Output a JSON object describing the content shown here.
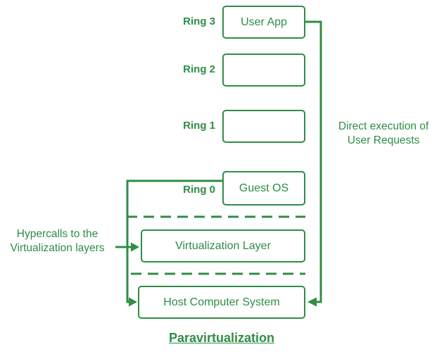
{
  "title": "Paravirtualization",
  "colors": {
    "green": "#2F8D46",
    "background": "#FFFFFF"
  },
  "rings": [
    {
      "label": "Ring 3",
      "box_text": "User App"
    },
    {
      "label": "Ring 2",
      "box_text": ""
    },
    {
      "label": "Ring 1",
      "box_text": ""
    },
    {
      "label": "Ring 0",
      "box_text": "Guest OS"
    }
  ],
  "layers": [
    {
      "box_text": "Virtualization Layer"
    },
    {
      "box_text": "Host Computer System"
    }
  ],
  "annotations": {
    "direct_execution": "Direct execution of\nUser Requests",
    "hypercalls": "Hypercalls to the\nVirtualization layers"
  }
}
